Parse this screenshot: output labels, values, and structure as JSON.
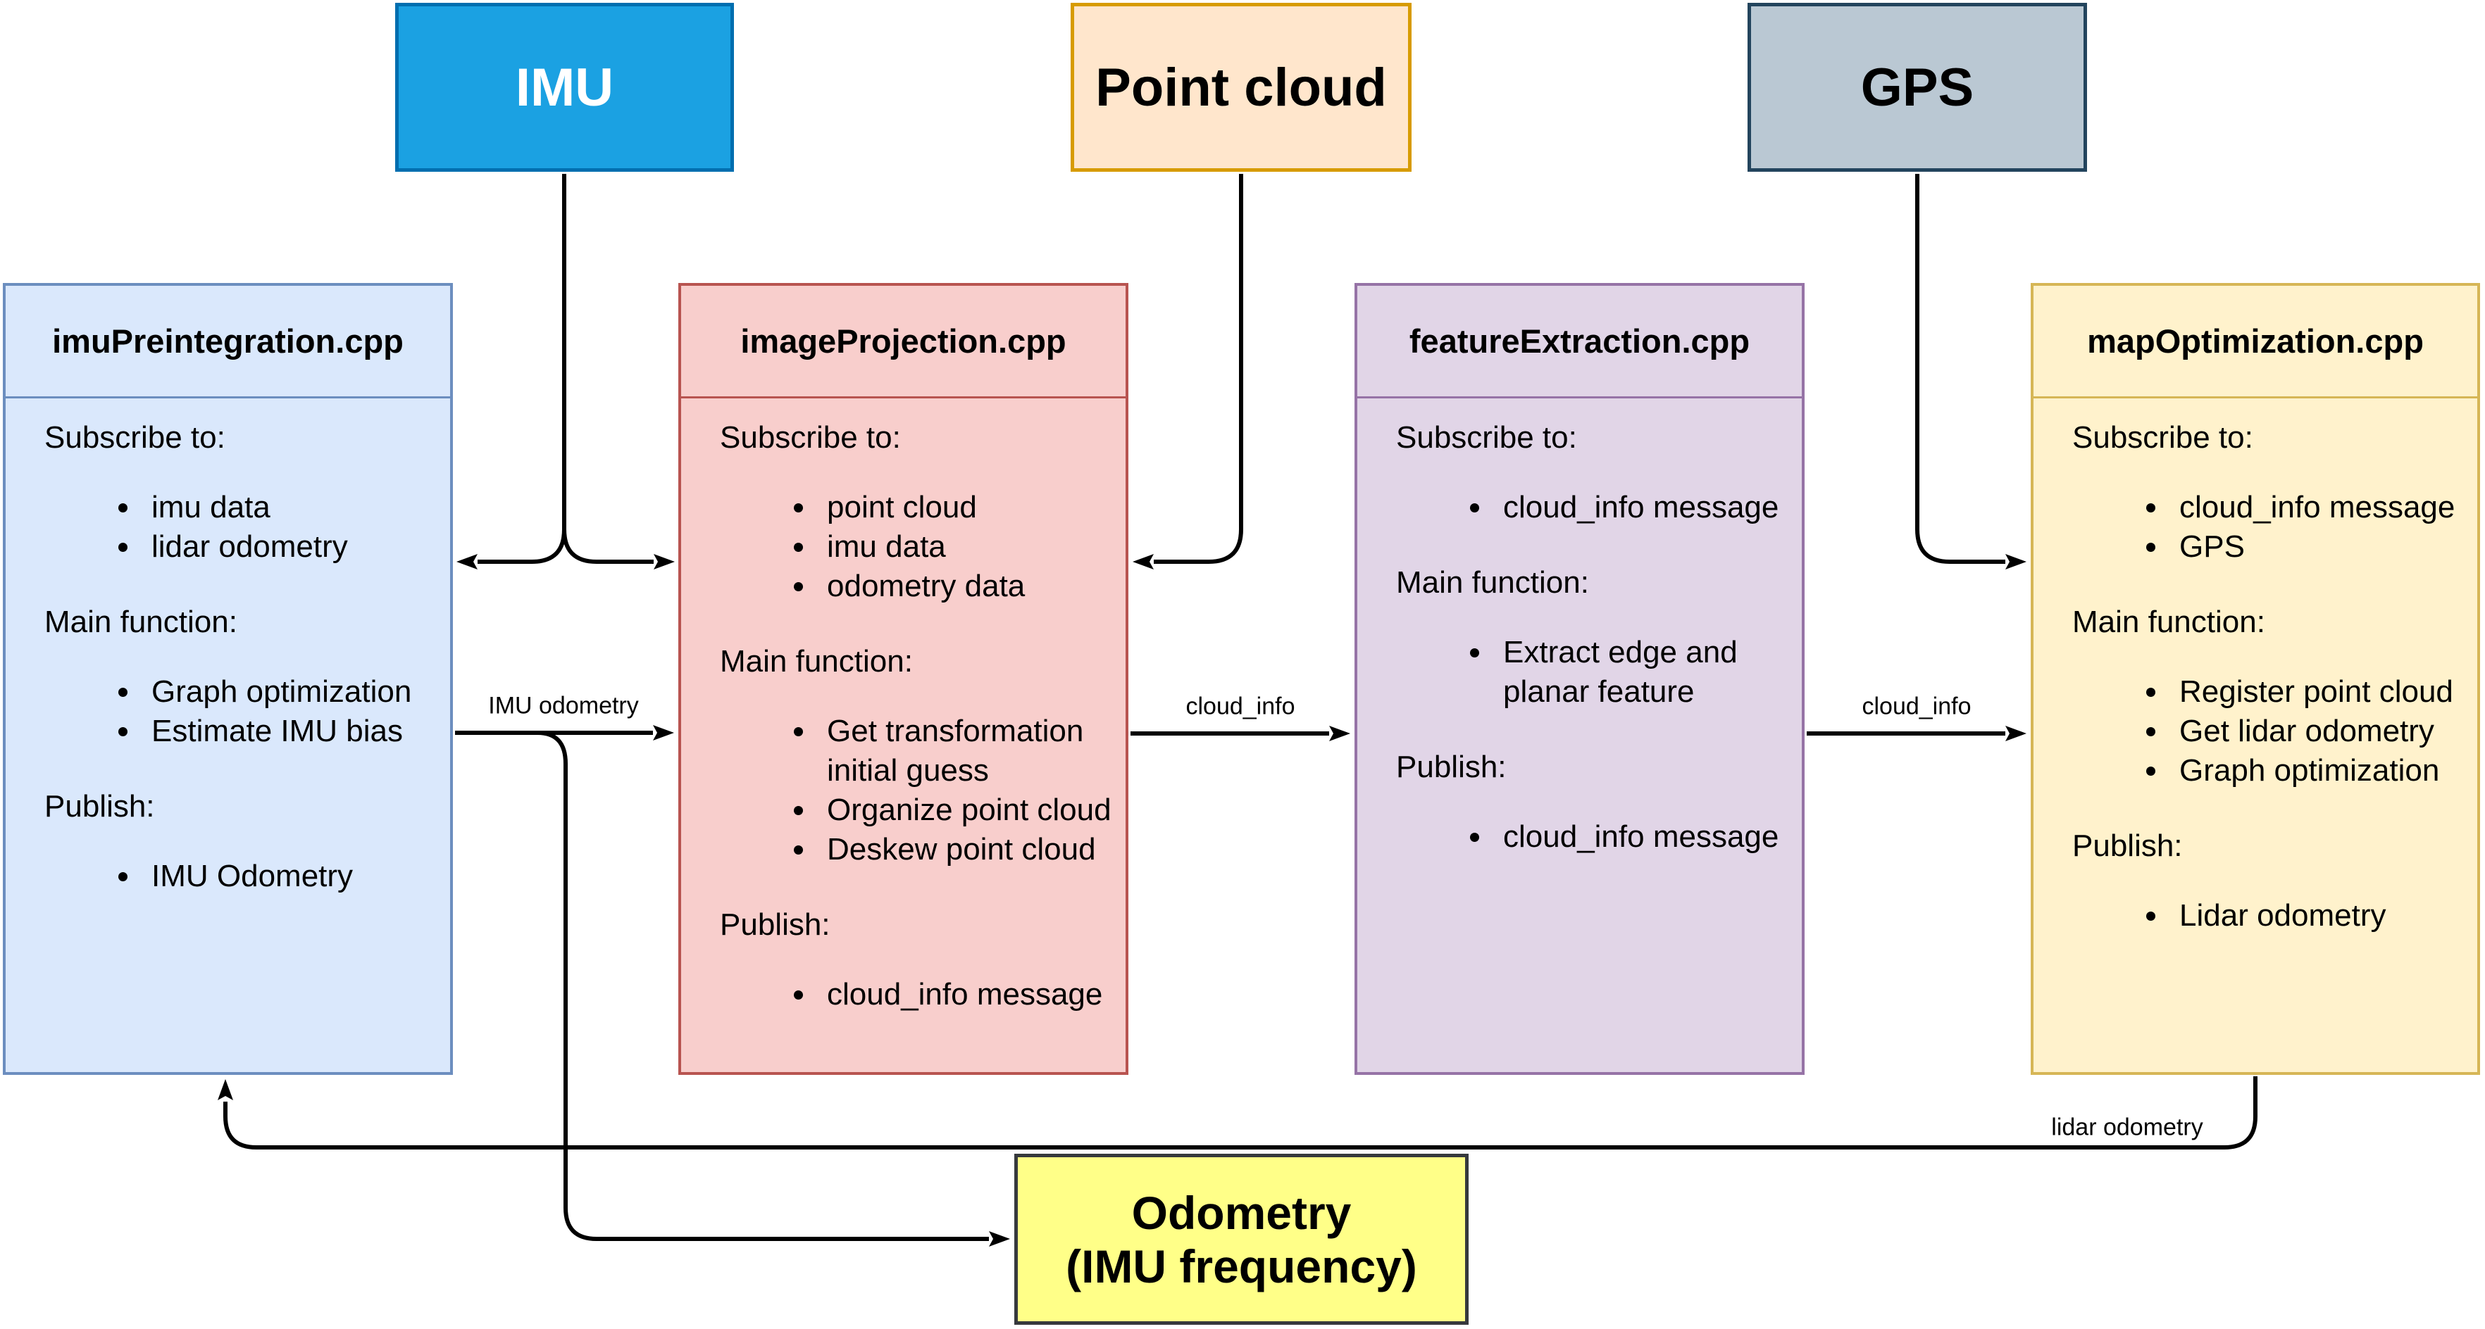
{
  "diagram": {
    "background": "#FFFFFF",
    "line_color": "#000000",
    "sensors": [
      {
        "id": "imu",
        "label": "IMU",
        "fill": "#1BA1E2",
        "stroke": "#006EAF",
        "text_color": "#FFFFFF"
      },
      {
        "id": "point-cloud",
        "label": "Point cloud",
        "fill": "#FFE6CC",
        "stroke": "#D79B00",
        "text_color": "#000000"
      },
      {
        "id": "gps",
        "label": "GPS",
        "fill": "#BAC8D3",
        "stroke": "#23445D",
        "text_color": "#000000"
      }
    ],
    "nodes": [
      {
        "id": "imuPreintegration",
        "title": "imuPreintegration.cpp",
        "fill": "#DAE8FC",
        "stroke": "#6C8EBF",
        "sections": [
          {
            "heading": "Subscribe to:",
            "bullets": [
              "imu data",
              "lidar odometry"
            ]
          },
          {
            "heading": "Main function:",
            "bullets": [
              "Graph optimization",
              "Estimate IMU bias"
            ]
          },
          {
            "heading": "Publish:",
            "bullets": [
              "IMU Odometry"
            ]
          }
        ]
      },
      {
        "id": "imageProjection",
        "title": "imageProjection.cpp",
        "fill": "#F8CECC",
        "stroke": "#B85450",
        "sections": [
          {
            "heading": "Subscribe to:",
            "bullets": [
              "point cloud",
              "imu data",
              "odometry data"
            ]
          },
          {
            "heading": "Main function:",
            "bullets": [
              "Get transformation\ninitial guess",
              "Organize point cloud",
              "Deskew point cloud"
            ]
          },
          {
            "heading": "Publish:",
            "bullets": [
              "cloud_info message"
            ]
          }
        ]
      },
      {
        "id": "featureExtraction",
        "title": "featureExtraction.cpp",
        "fill": "#E1D5E7",
        "stroke": "#9673A6",
        "sections": [
          {
            "heading": "Subscribe to:",
            "bullets": [
              "cloud_info message"
            ]
          },
          {
            "heading": "Main function:",
            "bullets": [
              "Extract edge and\nplanar feature"
            ]
          },
          {
            "heading": "Publish:",
            "bullets": [
              "cloud_info message"
            ]
          }
        ]
      },
      {
        "id": "mapOptimization",
        "title": "mapOptimization.cpp",
        "fill": "#FFF2CC",
        "stroke": "#D6B656",
        "sections": [
          {
            "heading": "Subscribe to:",
            "bullets": [
              "cloud_info message",
              "GPS"
            ]
          },
          {
            "heading": "Main function:",
            "bullets": [
              "Register point cloud",
              "Get lidar odometry",
              "Graph optimization"
            ]
          },
          {
            "heading": "Publish:",
            "bullets": [
              "Lidar odometry"
            ]
          }
        ]
      }
    ],
    "output_box": {
      "line1": "Odometry",
      "line2": "(IMU frequency)",
      "fill": "#FFFF88",
      "stroke": "#36393D",
      "text_color": "#000000"
    },
    "edge_labels": {
      "imu_odometry": "IMU odometry",
      "cloud_info_1": "cloud_info",
      "cloud_info_2": "cloud_info",
      "lidar_odometry": "lidar odometry"
    }
  }
}
